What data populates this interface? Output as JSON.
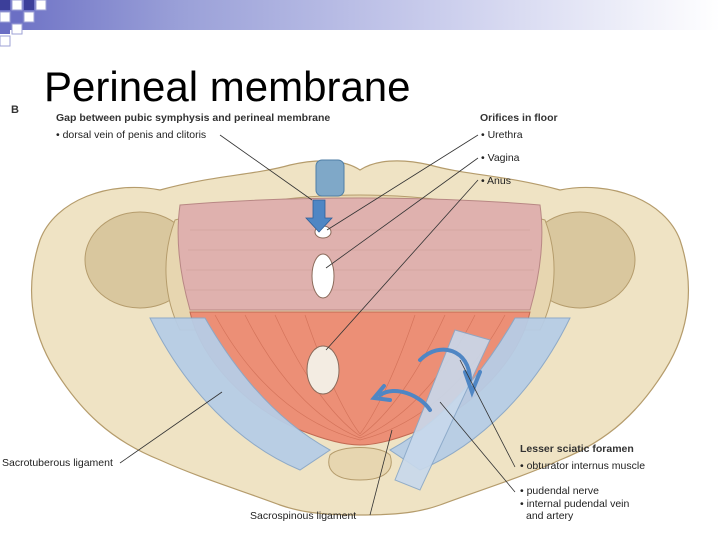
{
  "slide": {
    "title": "Perineal membrane"
  },
  "figure": {
    "panel_letter": "B",
    "labels": {
      "gap_heading": "Gap between pubic symphysis and perineal membrane",
      "gap_item": "• dorsal vein of penis and clitoris",
      "orifices_heading": "Orifices in floor",
      "urethra": "• Urethra",
      "vagina": "• Vagina",
      "anus": "• Anus",
      "sacrotuberous": "Sacrotuberous ligament",
      "sacrospinous": "Sacrospinous ligament",
      "lesser_sciatic_heading": "Lesser sciatic foramen",
      "obturator": "• obturator internus muscle",
      "pudendal_nerve": "• pudendal nerve",
      "internal_pudendal": "• internal pudendal vein",
      "internal_pudendal_2": "and artery"
    }
  },
  "colors": {
    "bone": "#efe3c4",
    "bone_shadow": "#cdb98e",
    "membrane": "#dfb1ae",
    "muscle": "#ec8f76",
    "ligament": "#b7cde6",
    "arrow_blue": "#4f86c4",
    "title_band": "#6b6fc4"
  }
}
